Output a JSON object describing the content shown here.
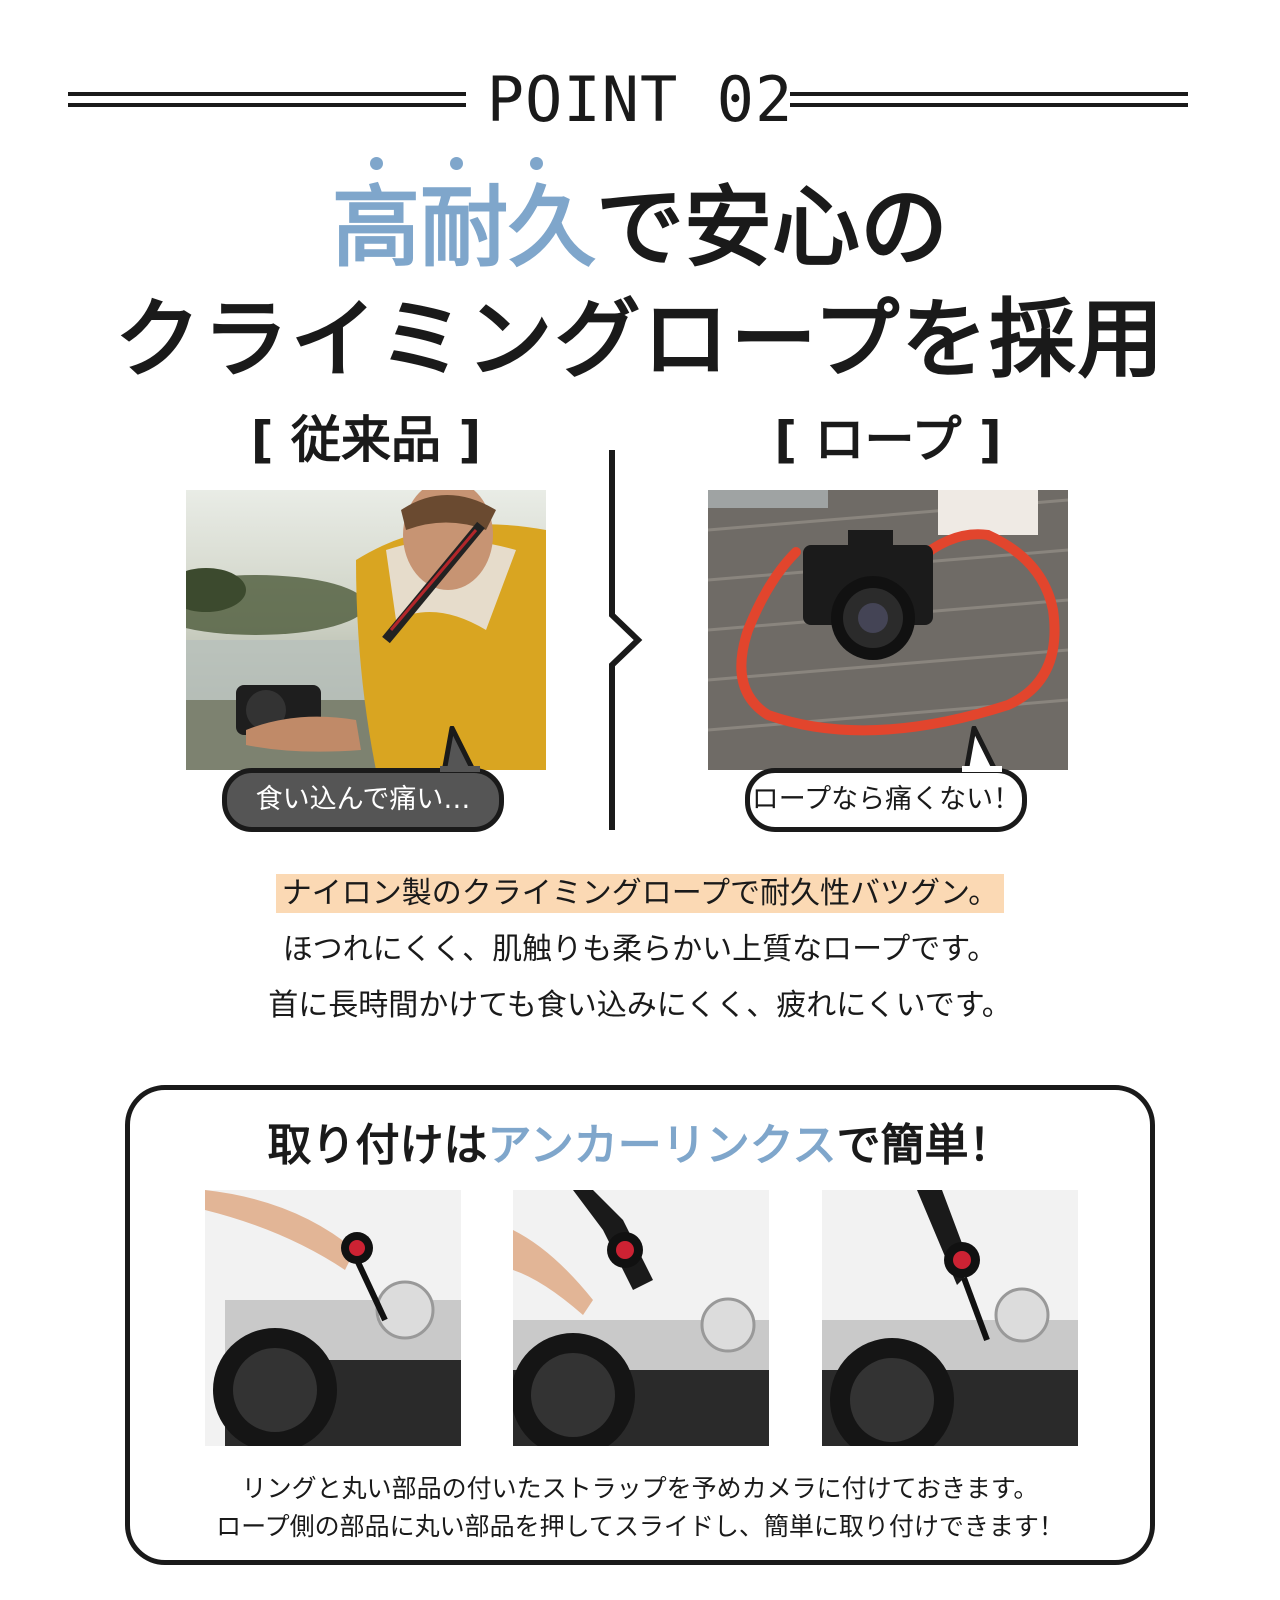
{
  "header": {
    "point_label": "POINT 02"
  },
  "headline": {
    "accent": "高耐久",
    "line1_rest": "で安心の",
    "line2": "クライミングロープを採用"
  },
  "comparison": {
    "left": {
      "title": "[ 従来品 ]",
      "bubble": "食い込んで痛い…"
    },
    "right": {
      "title": "[ ロープ ]",
      "bubble": "ロープなら痛くない！"
    }
  },
  "body": {
    "highlight": "ナイロン製のクライミングロープで耐久性バツグン。",
    "line2": "ほつれにくく、肌触りも柔らかい上質なロープです。",
    "line3": "首に長時間かけても食い込みにくく、疲れにくいです。"
  },
  "anchor": {
    "title_pre": "取り付けは",
    "title_accent": "アンカーリンクス",
    "title_post": "で簡単！",
    "caption1": "リングと丸い部品の付いたストラップを予めカメラに付けておきます。",
    "caption2": "ロープ側の部品に丸い部品を押してスライドし、簡単に取り付けできます！"
  },
  "colors": {
    "accent": "#7fa6cb",
    "highlight": "#fbd9b4",
    "text": "#1a1a1a",
    "rope": "#e2452d"
  }
}
